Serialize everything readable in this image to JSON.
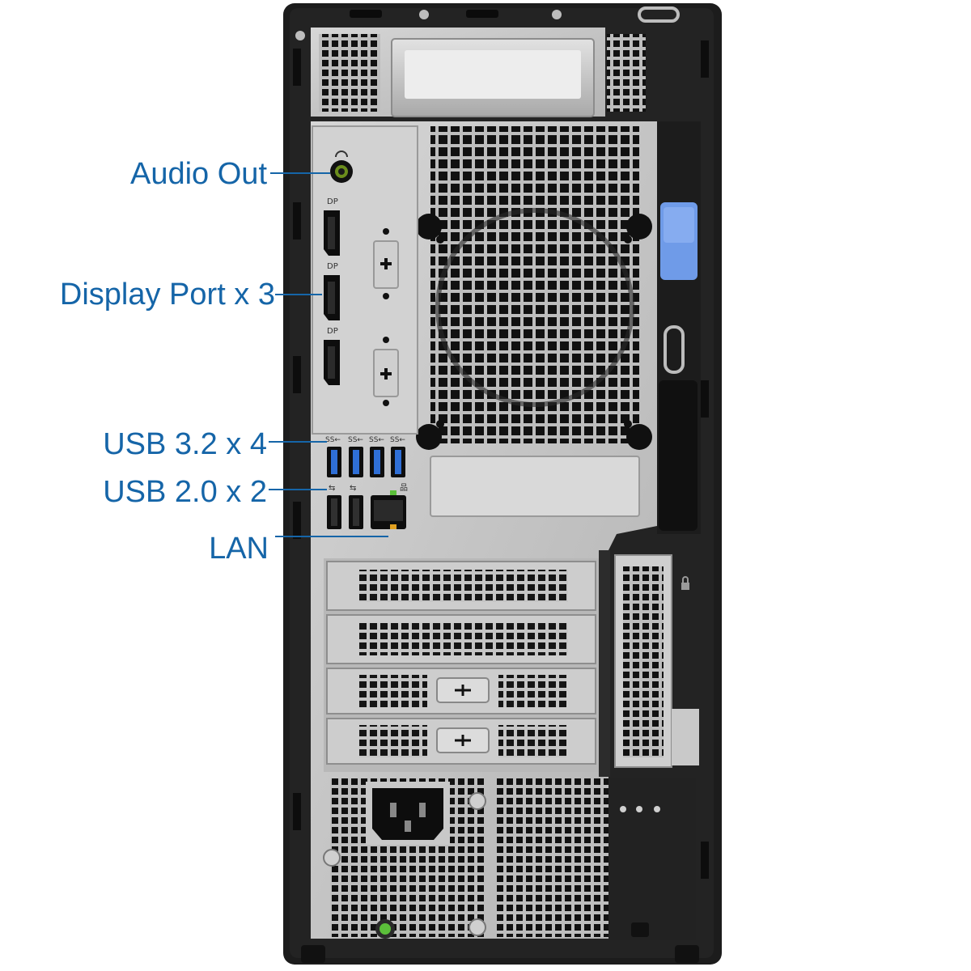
{
  "colors": {
    "callout_text": "#1565a8",
    "chassis_black": "#1c1c1c",
    "panel_silver": "#c8c8c8",
    "usb3_blue": "#2f6fd6",
    "release_latch_blue": "#6f9be8",
    "power_led_green": "#5bbf3a"
  },
  "callouts": [
    {
      "id": "audio-out",
      "label": "Audio Out"
    },
    {
      "id": "display-port",
      "label": "Display Port x 3"
    },
    {
      "id": "usb32",
      "label": "USB 3.2 x 4"
    },
    {
      "id": "usb20",
      "label": "USB 2.0 x 2"
    },
    {
      "id": "lan",
      "label": "LAN"
    }
  ],
  "ports": {
    "display_port_count": 3,
    "usb32_count": 4,
    "usb20_count": 2,
    "lan_count": 1,
    "audio_out_count": 1
  },
  "expansion_slots": 4,
  "icons": [
    "headphone-icon",
    "displayport-icon",
    "usb-superspeed-icon",
    "usb-icon",
    "network-icon",
    "lock-icon"
  ]
}
